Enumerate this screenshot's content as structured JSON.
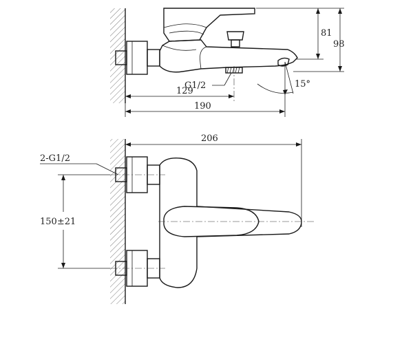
{
  "side_view": {
    "height_inner": "81",
    "height_outer": "98",
    "thread_label": "G1/2",
    "angle_label": "15°",
    "depth_inner": "129",
    "depth_outer": "190"
  },
  "front_view": {
    "thread_label": "2-G1/2",
    "width": "206",
    "spacing": "150±21"
  }
}
